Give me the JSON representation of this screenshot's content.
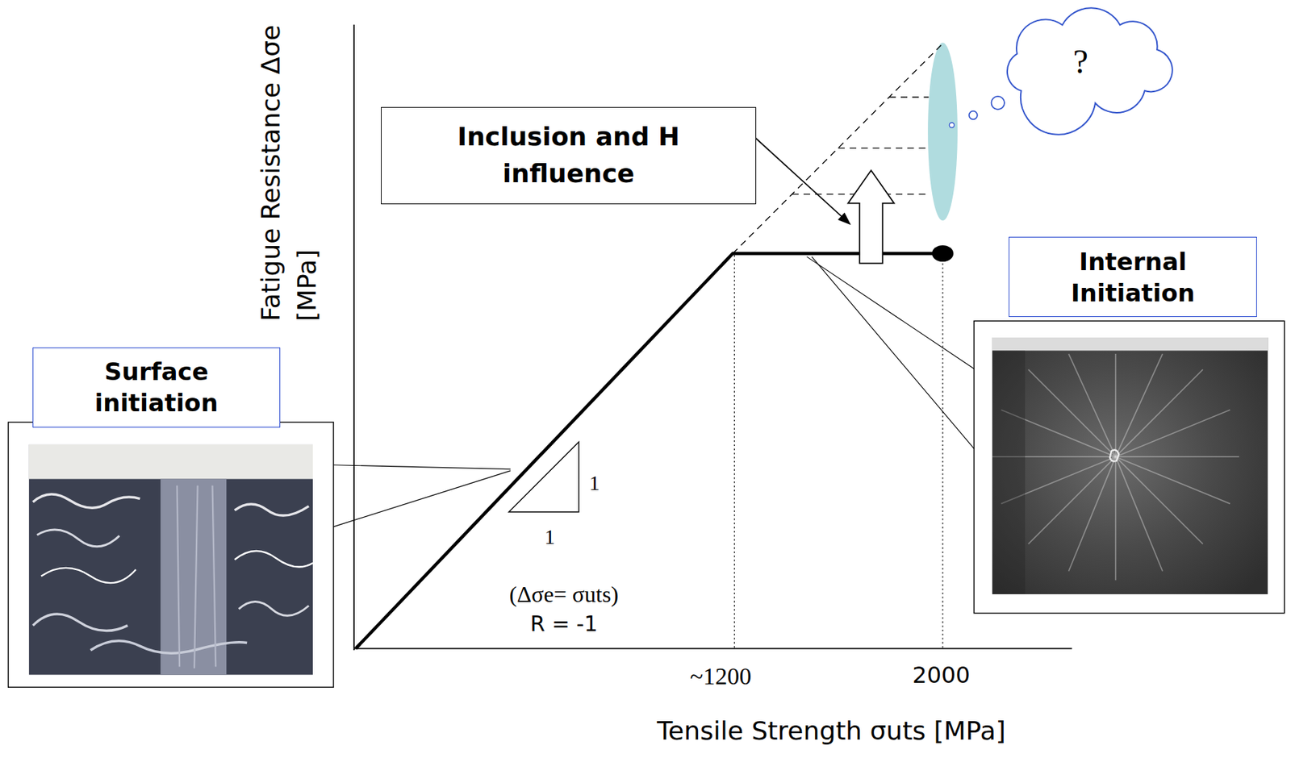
{
  "diagram": {
    "nodes": [
      {
        "text": [
          "?"
        ]
      },
      {
        "text": [
          "Inclusion and H influence"
        ]
      },
      {
        "text": [
          "Internal Initiation"
        ]
      },
      {
        "text": [
          "Surface initiation"
        ]
      }
    ],
    "labels": [
      "Fatigue Resistance Δσe [MPa]",
      "1",
      "1",
      "(Δσe= σuts)",
      "R = -1",
      "~1200",
      "2000",
      "Tensile Strength σuts [MPa]"
    ]
  }
}
